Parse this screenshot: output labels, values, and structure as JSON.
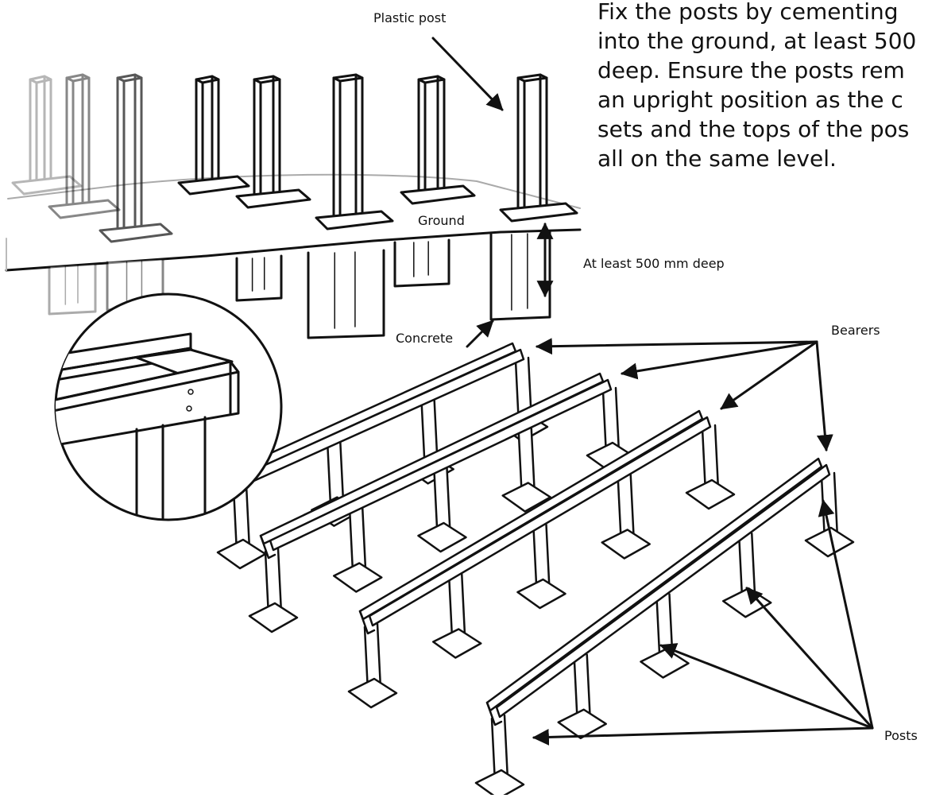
{
  "instruction_lines": [
    "Fix the posts by cementing",
    "into the ground, at least 500",
    "deep. Ensure the posts rem",
    "an upright position as the c",
    "sets and the tops of the pos",
    "all on the same level."
  ],
  "labels": {
    "plastic_post": "Plastic post",
    "ground": "Ground",
    "depth": "At least 500 mm deep",
    "concrete": "Concrete",
    "bearers": "Bearers",
    "posts": "Posts"
  },
  "colors": {
    "line": "#111111",
    "background": "#ffffff"
  }
}
